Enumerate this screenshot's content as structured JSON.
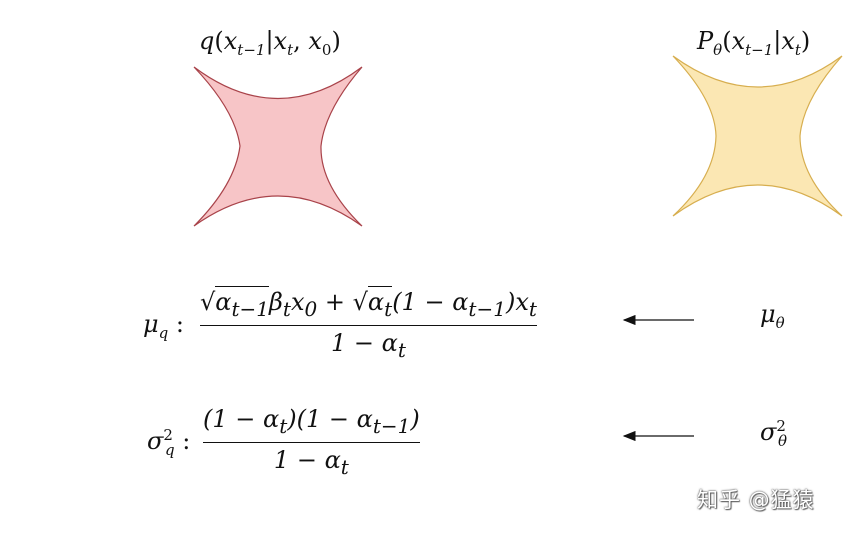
{
  "colors": {
    "left_shape_fill": "#f7c5c7",
    "left_shape_stroke": "#a9434a",
    "right_shape_fill": "#fbe7b3",
    "right_shape_stroke": "#d7ae4f",
    "arrow": "#111111"
  },
  "labels": {
    "left_shape_label": "q(x_{t−1} | x_t, x_0)",
    "right_shape_label": "P_θ(x_{t−1} | x_t)"
  },
  "rows": [
    {
      "lhs": "μ_q",
      "numerator": "√(ᾱ_{t−1}) β_t x_0 + √(α_t)(1 − ᾱ_{t−1}) x_t",
      "denominator": "1 − ᾱ_t",
      "rhs": "μ_θ"
    },
    {
      "lhs": "σ_q^2",
      "numerator": "(1 − α_t)(1 − ᾱ_{t−1})",
      "denominator": "1 − ᾱ_t",
      "rhs": "σ_θ^2"
    }
  ],
  "watermark": "知乎 @猛猿"
}
